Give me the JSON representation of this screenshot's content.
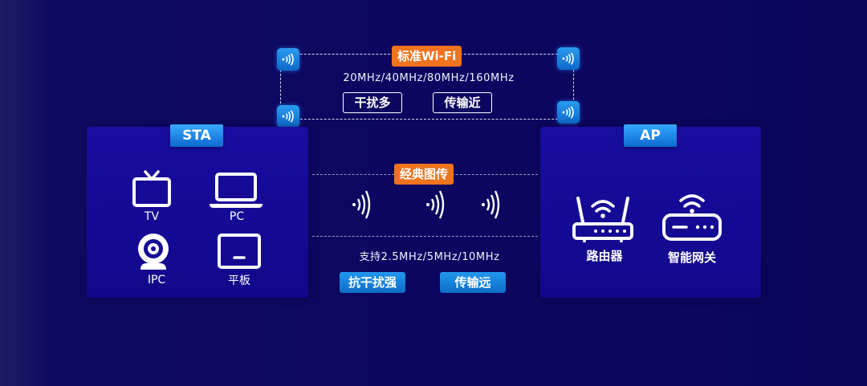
{
  "standard_wifi": {
    "label": "标准Wi-Fi",
    "bandwidths": "20MHz/40MHz/80MHz/160MHz",
    "tags": [
      "干扰多",
      "传输近"
    ]
  },
  "classic_image": {
    "label": "经典图传",
    "bandwidths": "支持2.5MHz/5MHz/10MHz",
    "tags": [
      "抗干扰强",
      "传输远"
    ]
  },
  "sta": {
    "title": "STA",
    "devices": [
      {
        "label": "TV",
        "icon": "tv-icon"
      },
      {
        "label": "PC",
        "icon": "laptop-icon"
      },
      {
        "label": "IPC",
        "icon": "webcam-icon"
      },
      {
        "label": "平板",
        "icon": "tablet-icon"
      }
    ]
  },
  "ap": {
    "title": "AP",
    "devices": [
      {
        "label": "路由器",
        "icon": "router-icon"
      },
      {
        "label": "智能网关",
        "icon": "gateway-icon"
      }
    ]
  },
  "colors": {
    "background": "#0c0660",
    "panel": "#150b96",
    "orange": "#f0731e",
    "blue": "#1a84e0"
  }
}
